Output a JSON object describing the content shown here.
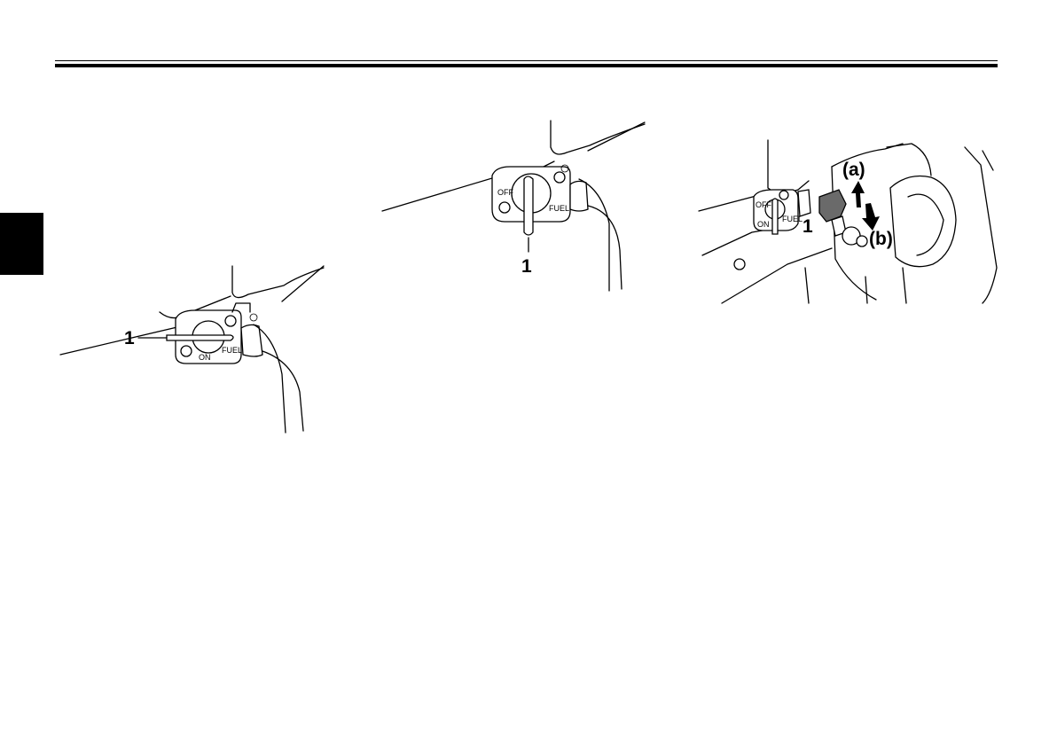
{
  "figures": [
    {
      "callouts": [
        "1"
      ],
      "valve_labels": [
        "ON",
        "FUEL"
      ]
    },
    {
      "callouts": [
        "1"
      ],
      "valve_labels": [
        "OFF",
        "FUEL"
      ]
    },
    {
      "callouts": [
        "(a)",
        "(b)",
        "1"
      ],
      "valve_labels": [
        "OFF",
        "ON",
        "FUEL"
      ]
    }
  ]
}
